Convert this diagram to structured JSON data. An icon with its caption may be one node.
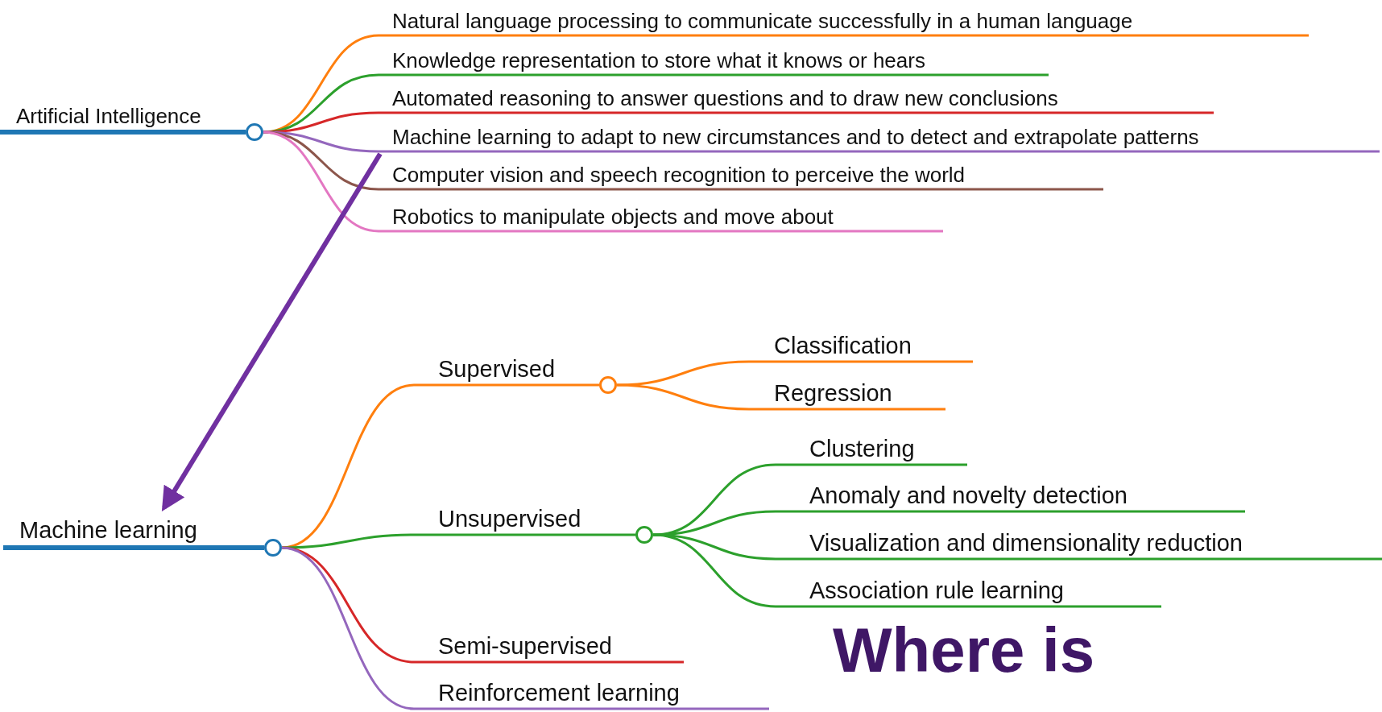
{
  "diagram": {
    "nodes": [
      {
        "text": [
          "Artificial Intelligence"
        ]
      },
      {
        "text": [
          "Natural language processing to communicate successfully in a human language"
        ]
      },
      {
        "text": [
          "Knowledge representation to store what it knows or hears"
        ]
      },
      {
        "text": [
          "Automated reasoning to answer questions and to draw new conclusions"
        ]
      },
      {
        "text": [
          "Machine learning to adapt to new circumstances and to detect and extrapolate patterns"
        ]
      },
      {
        "text": [
          "Computer vision and speech recognition to perceive the world"
        ]
      },
      {
        "text": [
          "Robotics to manipulate objects and move about"
        ]
      },
      {
        "text": [
          "Machine learning"
        ]
      },
      {
        "text": [
          "Supervised"
        ]
      },
      {
        "text": [
          "Classification"
        ]
      },
      {
        "text": [
          "Regression"
        ]
      },
      {
        "text": [
          "Unsupervised"
        ]
      },
      {
        "text": [
          "Clustering"
        ]
      },
      {
        "text": [
          "Anomaly and novelty detection"
        ]
      },
      {
        "text": [
          "Visualization and dimensionality reduction"
        ]
      },
      {
        "text": [
          "Association rule learning"
        ]
      },
      {
        "text": [
          "Semi-supervised"
        ]
      },
      {
        "text": [
          "Reinforcement learning"
        ]
      }
    ],
    "edges": [
      {
        "from": 0,
        "to": 1,
        "arrow": "none",
        "color": "#ff7f0e"
      },
      {
        "from": 0,
        "to": 2,
        "arrow": "none",
        "color": "#2ca02c"
      },
      {
        "from": 0,
        "to": 3,
        "arrow": "none",
        "color": "#d62728"
      },
      {
        "from": 0,
        "to": 4,
        "arrow": "none",
        "color": "#9467bd"
      },
      {
        "from": 0,
        "to": 5,
        "arrow": "none",
        "color": "#8c564b"
      },
      {
        "from": 0,
        "to": 6,
        "arrow": "none",
        "color": "#e377c2"
      },
      {
        "from": 4,
        "to": 7,
        "arrow": "to",
        "style": "thick",
        "color": "#7030a0"
      },
      {
        "from": 7,
        "to": 8,
        "arrow": "none",
        "color": "#ff7f0e"
      },
      {
        "from": 8,
        "to": 9,
        "arrow": "none",
        "color": "#ff7f0e"
      },
      {
        "from": 8,
        "to": 10,
        "arrow": "none",
        "color": "#ff7f0e"
      },
      {
        "from": 7,
        "to": 11,
        "arrow": "none",
        "color": "#2ca02c"
      },
      {
        "from": 11,
        "to": 12,
        "arrow": "none",
        "color": "#2ca02c"
      },
      {
        "from": 11,
        "to": 13,
        "arrow": "none",
        "color": "#2ca02c"
      },
      {
        "from": 11,
        "to": 14,
        "arrow": "none",
        "color": "#2ca02c"
      },
      {
        "from": 11,
        "to": 15,
        "arrow": "none",
        "color": "#2ca02c"
      },
      {
        "from": 7,
        "to": 16,
        "arrow": "none",
        "color": "#d62728"
      },
      {
        "from": 7,
        "to": 17,
        "arrow": "none",
        "color": "#9467bd"
      }
    ],
    "labels": [
      "Where is"
    ]
  }
}
